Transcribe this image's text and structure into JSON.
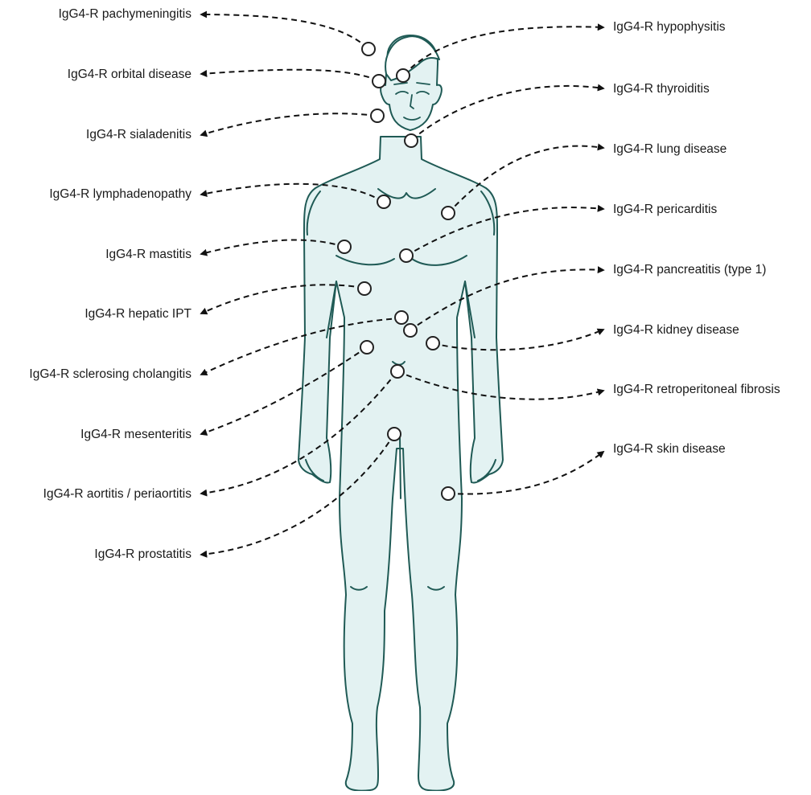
{
  "colors": {
    "body_fill": "#e3f2f2",
    "body_stroke": "#1f5a55",
    "leader": "#111111",
    "marker_fill": "#ffffff",
    "marker_stroke": "#222222",
    "text": "#1a1a1a"
  },
  "figure": "human-body-outline",
  "left_labels": [
    {
      "id": "pachymeningitis",
      "text": "IgG4-R pachymeningitis"
    },
    {
      "id": "orbital",
      "text": "IgG4-R orbital disease"
    },
    {
      "id": "sialadenitis",
      "text": "IgG4-R sialadenitis"
    },
    {
      "id": "lymphadenopathy",
      "text": "IgG4-R lymphadenopathy"
    },
    {
      "id": "mastitis",
      "text": "IgG4-R mastitis"
    },
    {
      "id": "hepatic",
      "text": "IgG4-R hepatic IPT"
    },
    {
      "id": "cholangitis",
      "text": "IgG4-R sclerosing cholangitis"
    },
    {
      "id": "mesenteritis",
      "text": "IgG4-R mesenteritis"
    },
    {
      "id": "aortitis",
      "text": "IgG4-R aortitis / periaortitis"
    },
    {
      "id": "prostatitis",
      "text": "IgG4-R prostatitis"
    }
  ],
  "right_labels": [
    {
      "id": "hypophysitis",
      "text": "IgG4-R hypophysitis"
    },
    {
      "id": "thyroiditis",
      "text": "IgG4-R thyroiditis"
    },
    {
      "id": "lung",
      "text": "IgG4-R lung disease"
    },
    {
      "id": "pericarditis",
      "text": "IgG4-R pericarditis"
    },
    {
      "id": "pancreatitis",
      "text": "IgG4-R pancreatitis (type 1)"
    },
    {
      "id": "kidney",
      "text": "IgG4-R kidney disease"
    },
    {
      "id": "retroperitoneal",
      "text": "IgG4-R retroperitoneal fibrosis"
    },
    {
      "id": "skin",
      "text": "IgG4-R skin disease"
    }
  ]
}
